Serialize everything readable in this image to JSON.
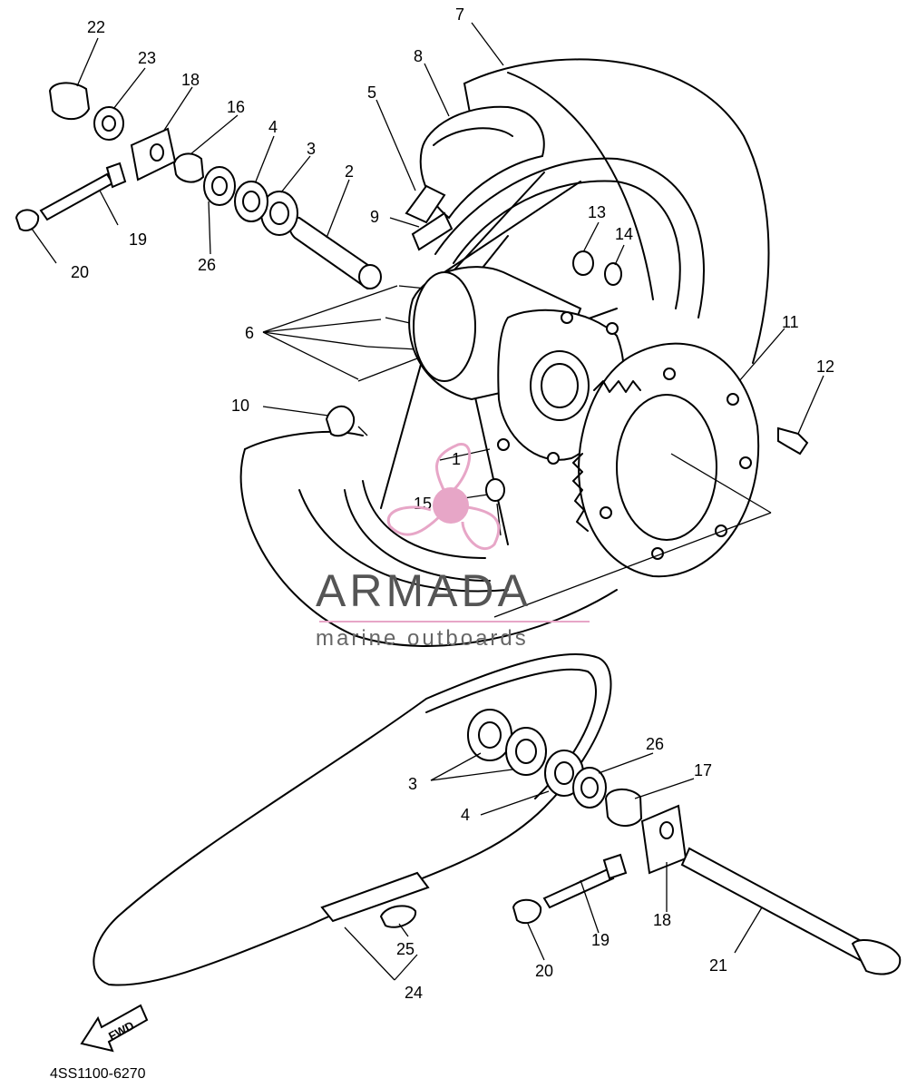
{
  "diagram": {
    "part_code": "4SS1100-6270",
    "fwd_label": "FWD",
    "callouts": [
      "1",
      "2",
      "3",
      "4",
      "5",
      "6",
      "7",
      "8",
      "9",
      "10",
      "11",
      "12",
      "13",
      "14",
      "15",
      "16",
      "17",
      "18",
      "19",
      "20",
      "21",
      "22",
      "23",
      "24",
      "25",
      "26"
    ],
    "lower_callouts": {
      "c3": "3",
      "c4": "4",
      "c26": "26",
      "c17": "17",
      "c18": "18",
      "c19": "19",
      "c20": "20",
      "c21": "21",
      "c24": "24",
      "c25": "25"
    }
  },
  "watermark": {
    "brand": "ARMADA",
    "tagline": "marine outboards",
    "colors": {
      "accent": "#e7a6c7",
      "text": "#555555"
    }
  }
}
